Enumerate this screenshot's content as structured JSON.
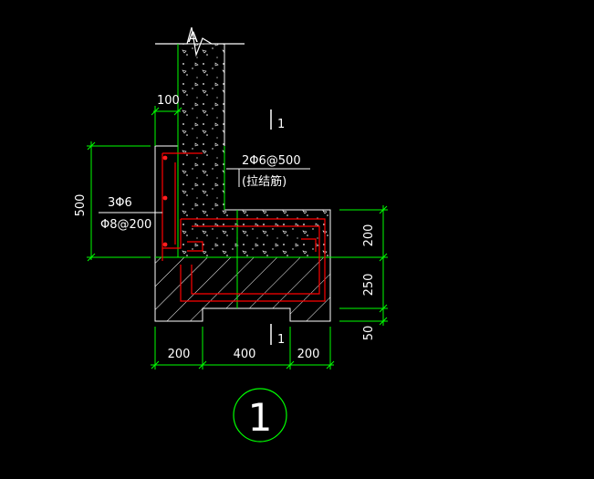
{
  "colors": {
    "background": "#000000",
    "outline": "#ffffff",
    "dimension": "#00ff00",
    "rebar": "#ff0000",
    "rebar_dot": "#ff2020",
    "hatch": "#ffffff"
  },
  "top_break_label": "A",
  "section_marks": {
    "top": "1",
    "bottom": "1"
  },
  "annotations": {
    "tie_bar": "2Φ6@500",
    "tie_bar_note": "(拉结筋)",
    "stirrup_top": "3Φ6",
    "stirrup_bottom": "Φ8@200"
  },
  "dimensions": {
    "wall_offset": "100",
    "height_left": "500",
    "right_upper": "200",
    "right_middle": "250",
    "right_lower": "50",
    "bottom_left": "200",
    "bottom_middle": "400",
    "bottom_right": "200"
  },
  "detail_number": "1"
}
